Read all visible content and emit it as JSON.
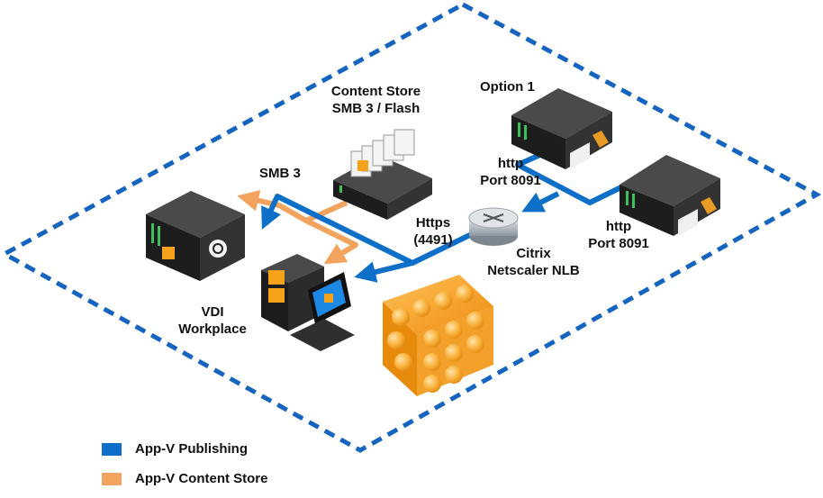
{
  "labels": {
    "content_store": [
      "Content Store",
      "SMB 3 / Flash"
    ],
    "option1": "Option 1",
    "smb3": "SMB 3",
    "http1": [
      "http",
      "Port 8091"
    ],
    "http2": [
      "http",
      "Port 8091"
    ],
    "https": [
      "Https",
      "(4491)"
    ],
    "citrix": [
      "Citrix",
      "Netscaler NLB"
    ],
    "vdi": [
      "VDI",
      "Workplace"
    ]
  },
  "legend": [
    {
      "label": "App-V Publishing",
      "color": "#0d6fc8"
    },
    {
      "label": "App-V Content Store",
      "color": "#f2a35e"
    }
  ],
  "colors": {
    "boundary": "#1565c0",
    "publishing": "#0d6fc8",
    "content_store": "#f2a35e",
    "appv_cube": "#f7a21b"
  }
}
